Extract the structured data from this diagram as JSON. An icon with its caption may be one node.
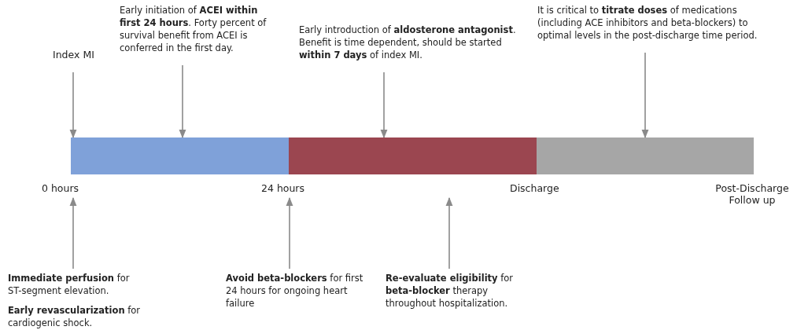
{
  "diagram": {
    "nodes": [
      {
        "text": [
          "Index MI"
        ]
      },
      {
        "text": [
          "Early initiation of **ACEI within first 24 hours**. Forty percent of survival benefit from ACEI is conferred in the first day."
        ]
      },
      {
        "text": [
          "Early introduction of **aldosterone antagonist**. Benefit is time dependent, should be started **within 7 days** of index MI."
        ]
      },
      {
        "text": [
          "It is critical to **titrate doses** of medications (including ACE inhibitors and beta-blockers) to optimal levels in the post-discharge time period."
        ]
      },
      {
        "text": [],
        "shape": "bar"
      },
      {
        "text": [],
        "shape": "bar"
      },
      {
        "text": [],
        "shape": "bar"
      },
      {
        "text": [
          "0 hours"
        ]
      },
      {
        "text": [
          "24 hours"
        ]
      },
      {
        "text": [
          "**Immediate perfusion** for ST-segment elevation.",
          "**Early revascularization** for cardiogenic shock."
        ]
      },
      {
        "text": [
          "**Avoid beta-blockers** for first 24 hours for ongoing heart failure"
        ]
      },
      {
        "text": [
          "**Re-evaluate eligibility** for **beta-blocker** therapy throughout hospitalization."
        ]
      }
    ],
    "edges": [
      {
        "from": 0,
        "to": 4,
        "arrow": "to"
      },
      {
        "from": 1,
        "to": 4,
        "arrow": "to"
      },
      {
        "from": 2,
        "to": 5,
        "arrow": "to"
      },
      {
        "from": 3,
        "to": 6,
        "arrow": "to"
      },
      {
        "from": 9,
        "to": 7,
        "arrow": "to"
      },
      {
        "from": 10,
        "to": 8,
        "arrow": "to"
      },
      {
        "from": 11,
        "to": null,
        "arrow": "to"
      }
    ],
    "labels": [
      "Discharge",
      "Post-Discharge Follow up"
    ]
  }
}
